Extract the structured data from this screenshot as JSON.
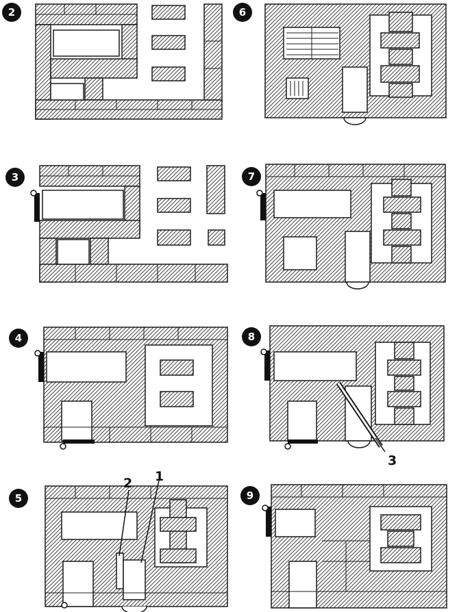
{
  "diagram": {
    "steps": [
      {
        "label": "2"
      },
      {
        "label": "6"
      },
      {
        "label": "3"
      },
      {
        "label": "7"
      },
      {
        "label": "4"
      },
      {
        "label": "8"
      },
      {
        "label": "5"
      },
      {
        "label": "9"
      }
    ],
    "callouts": [
      "2",
      "1",
      "3"
    ],
    "colors": {
      "ink": "#1a1a1a",
      "paper": "#ffffff",
      "hatch": "#2b2b2b"
    }
  }
}
